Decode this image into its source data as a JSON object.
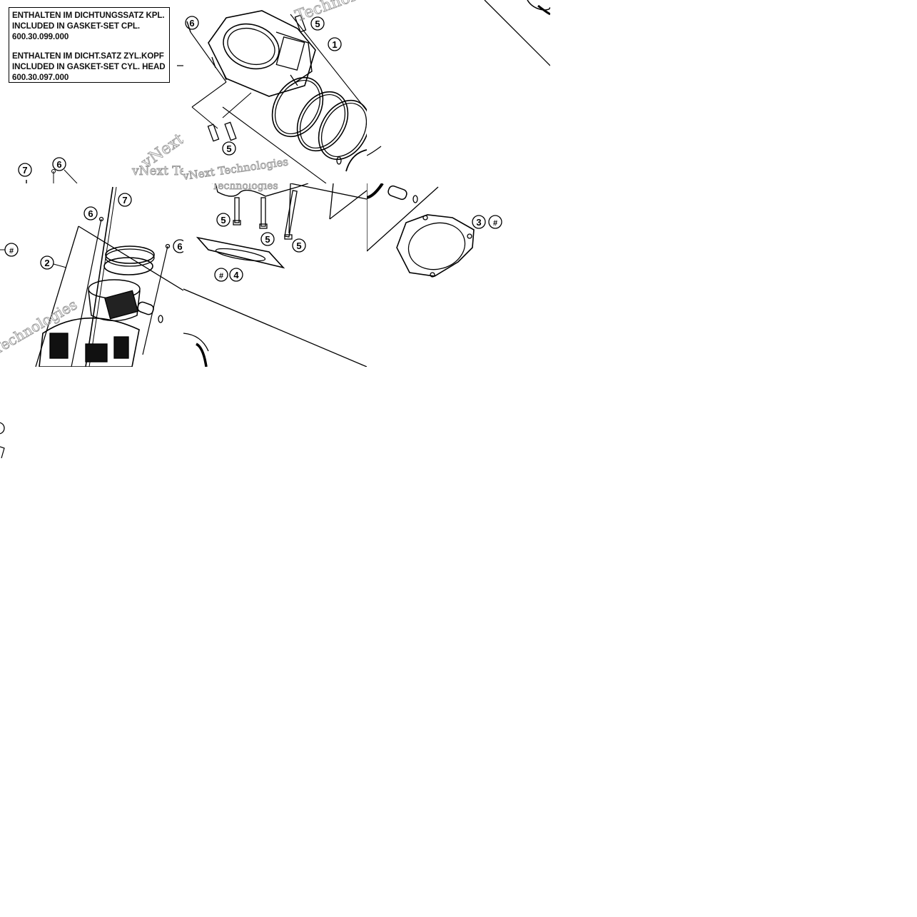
{
  "legend": {
    "line1": "ENTHALTEN IM DICHTUNGSSATZ KPL.",
    "line2": "INCLUDED IN GASKET-SET CPL.",
    "line3": "600.30.099.000",
    "line4": "ENTHALTEN IM DICHT.SATZ ZYL.KOPF",
    "line5": "INCLUDED IN GASKET-SET CYL. HEAD",
    "line6": "600.30.097.000"
  },
  "callouts": {
    "c1": "1",
    "c2": "2",
    "c3": "3",
    "c4": "4",
    "c5": "5",
    "c6": "6",
    "c7": "7",
    "hash": "#"
  },
  "watermark": {
    "w1": "vNext Technologies",
    "w2": "vNext Technologies",
    "w3": "Technologies",
    "w4": "vNext",
    "w5": "Technologies",
    "w6": "Technologies"
  },
  "colors": {
    "ink": "#000000",
    "watermark": "#9a9a9a",
    "background": "#ffffff"
  }
}
